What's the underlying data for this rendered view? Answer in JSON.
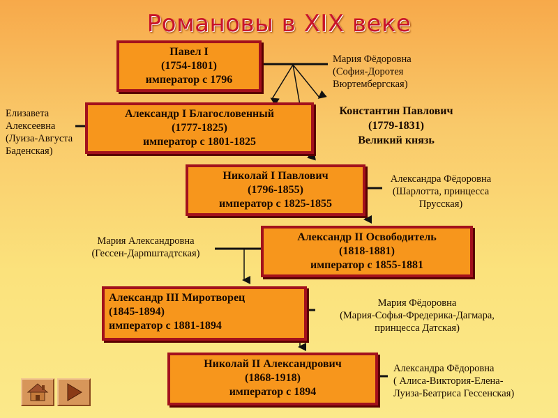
{
  "title": "Романовы в XIX веке",
  "boxes": {
    "pavel": [
      "Павел I",
      "(1754-1801)",
      "император  с 1796"
    ],
    "alexander1": [
      "Александр I Благословенный",
      "(1777-1825)",
      "император с 1801-1825"
    ],
    "nicholas1": [
      "Николай I Павлович",
      "(1796-1855)",
      "император с 1825-1855"
    ],
    "alexander2": [
      "Александр II Освободитель",
      "(1818-1881)",
      "император с 1855-1881"
    ],
    "alexander3": [
      "Александр III Миротворец",
      "(1845-1894)",
      "император с 1881-1894"
    ],
    "nicholas2": [
      "Николай II Александрович",
      "(1868-1918)",
      "император с 1894"
    ]
  },
  "constantin": [
    "Константин Павлович",
    "(1779-1831)",
    "Великий князь"
  ],
  "spouses": {
    "pavel": [
      "Мария Фёдоровна",
      "(София-Доротея",
      "Вюртембергская)"
    ],
    "alexander1": [
      "Елизавета",
      "Алексеевна",
      "(Луиза-Августа",
      "Баденская)"
    ],
    "nicholas1": [
      "Александра Фёдоровна",
      "(Шарлотта, принцесса",
      "Прусская)"
    ],
    "alexander2": [
      "Мария Александровна",
      "(Гессен-Дарmштадтская)"
    ],
    "alexander3": [
      "Мария Фёдоровна",
      "(Мария-Софья-Фредерика-Дагмара,",
      "принцесса Датская)"
    ],
    "nicholas2": [
      "Александра Фёдоровна",
      "( Алиса-Виктория-Елена-",
      "Луиза-Беатриса Гессенская)"
    ]
  },
  "nav": {
    "home_icon": "house-icon",
    "next_icon": "play-arrow-icon"
  }
}
